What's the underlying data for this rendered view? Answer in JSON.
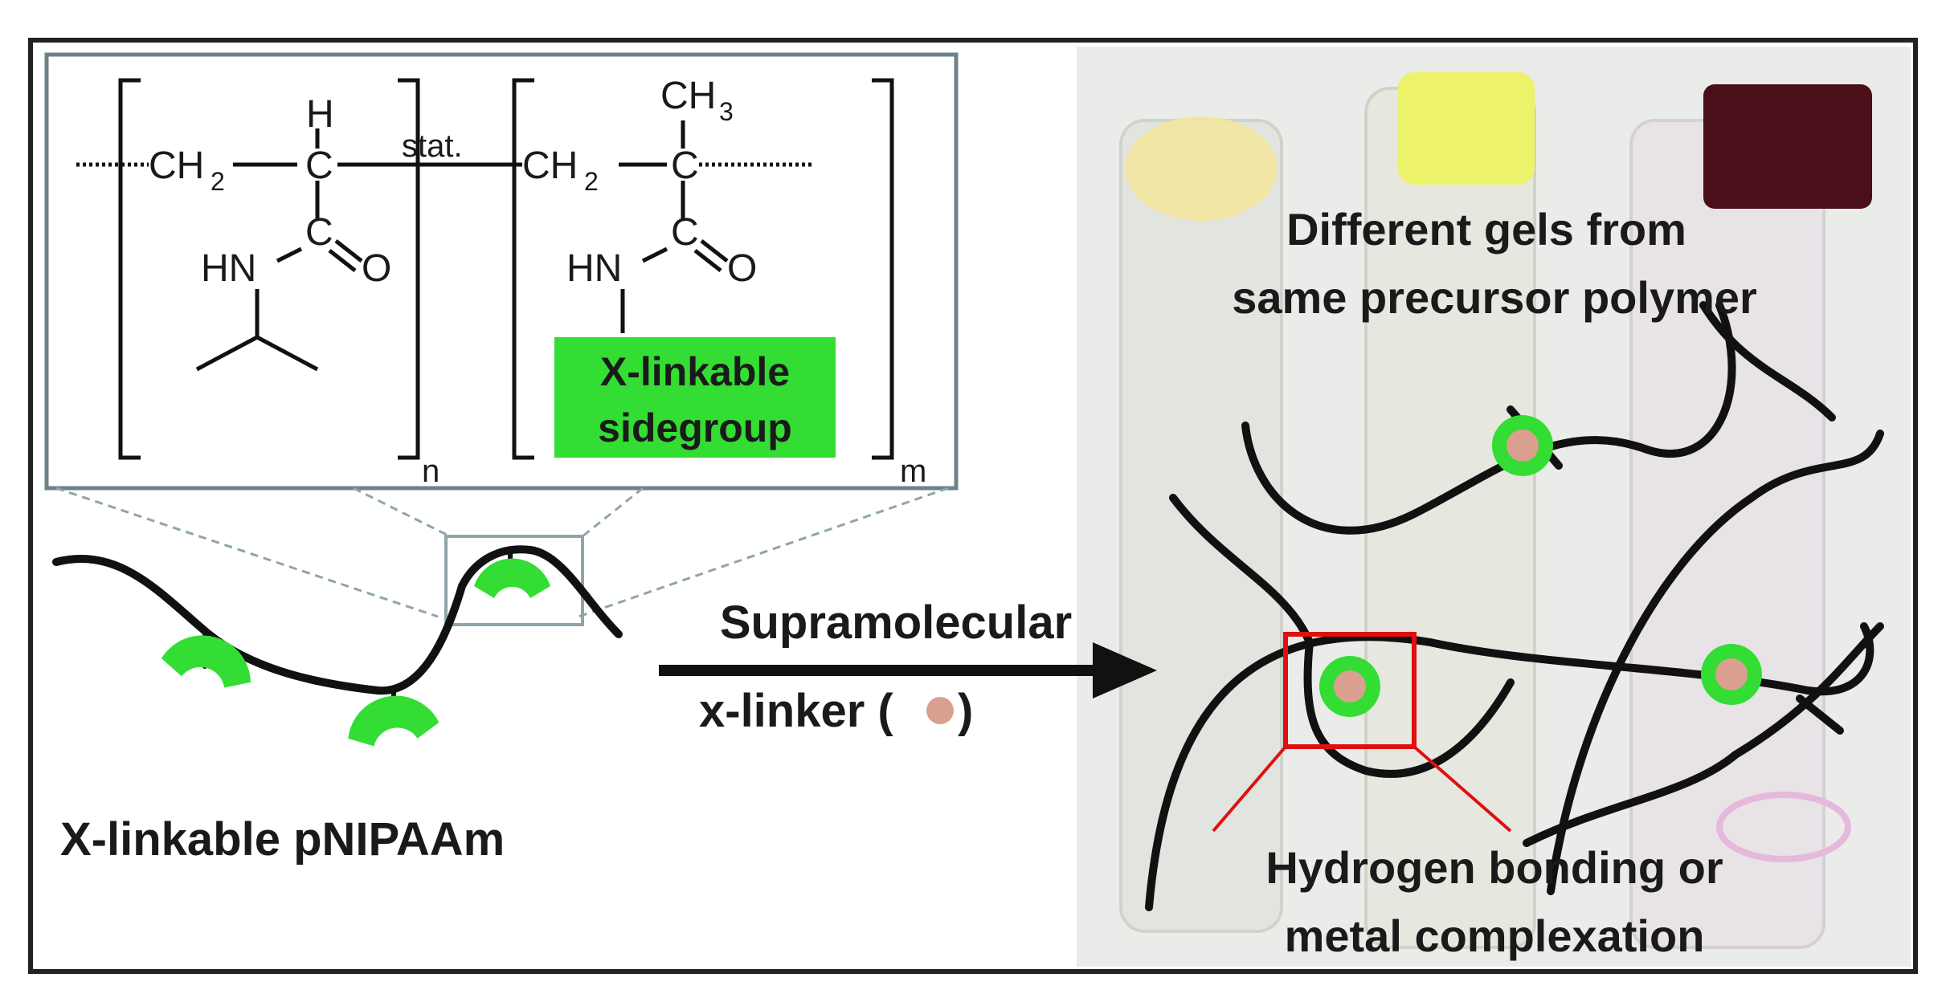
{
  "structure": {
    "h_label": "H",
    "ch3_label": "CH",
    "ch3_sub": "3",
    "ch2_label": "CH",
    "ch2_sub": "2",
    "stat_label": "stat.",
    "hn_label": "HN",
    "c_label": "C",
    "o_label": "O",
    "repeat_n": "n",
    "repeat_m": "m",
    "sidegroup_line1": "X-linkable",
    "sidegroup_line2": "sidegroup"
  },
  "left_panel": {
    "polymer_label": "X-linkable pNIPAAm"
  },
  "arrow": {
    "label_line1": "Supramolecular",
    "label_line2_prefix": "x-linker (",
    "label_line2_suffix": ")"
  },
  "photo_panel": {
    "title_line1": "Different gels from",
    "title_line2": "same precursor polymer",
    "callout_line1": "Hydrogen bonding or",
    "callout_line2": "metal complexation"
  },
  "colors": {
    "highlight_green": "#33dd33",
    "crosslinker_pink": "#d9a090",
    "callout_red": "#e01010",
    "frame_gray": "#6c8288",
    "chain_black": "#111111"
  }
}
